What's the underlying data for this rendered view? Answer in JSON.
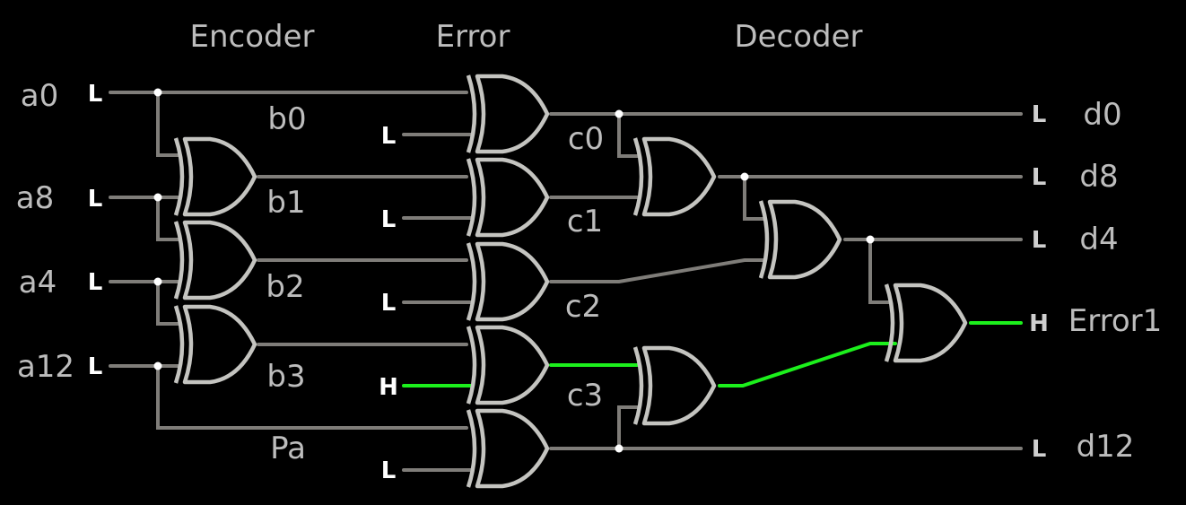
{
  "colors": {
    "background": "#000000",
    "wire_low": "#7f7d79",
    "wire_high": "#1cf01c",
    "gate": "#c4c4c0",
    "label": "#bdbdbd",
    "state_text": "#ffffff",
    "junction": "#ffffff"
  },
  "sections": {
    "encoder": "Encoder",
    "error": "Error",
    "decoder": "Decoder"
  },
  "inputs": [
    {
      "name": "a0",
      "state": "L"
    },
    {
      "name": "a8",
      "state": "L"
    },
    {
      "name": "a4",
      "state": "L"
    },
    {
      "name": "a12",
      "state": "L"
    }
  ],
  "encoded_signals": [
    "b0",
    "b1",
    "b2",
    "b3",
    "Pa"
  ],
  "error_inputs": [
    {
      "state": "L"
    },
    {
      "state": "L"
    },
    {
      "state": "L"
    },
    {
      "state": "H"
    },
    {
      "state": "L"
    }
  ],
  "channel_signals": [
    "c0",
    "c1",
    "c2",
    "c3"
  ],
  "outputs": [
    {
      "name": "d0",
      "state": "L"
    },
    {
      "name": "d8",
      "state": "L"
    },
    {
      "name": "d4",
      "state": "L"
    },
    {
      "name": "Error1",
      "state": "H"
    },
    {
      "name": "d12",
      "state": "L"
    }
  ],
  "gates": {
    "type": "XOR",
    "encoder_count": 3,
    "error_count": 5,
    "decoder_count": 4
  }
}
